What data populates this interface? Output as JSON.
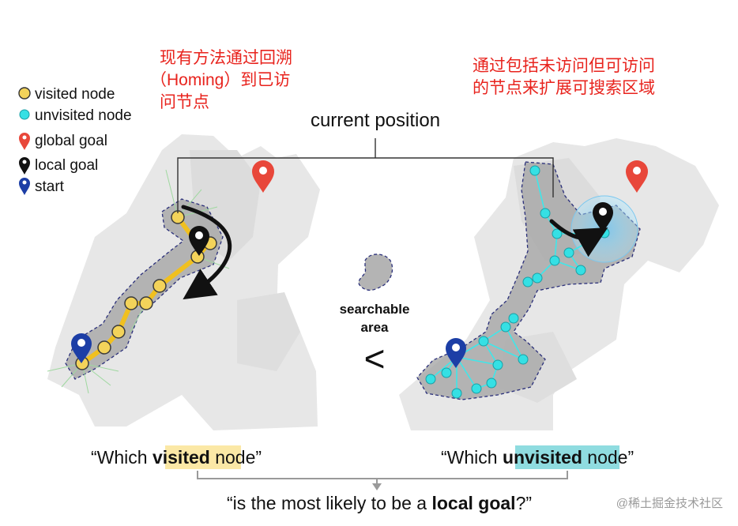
{
  "left_note": {
    "lines": [
      "现有方法通过回溯",
      "（Homing）到已访",
      "问节点"
    ]
  },
  "right_note": {
    "lines": [
      "通过包括未访问但可访问",
      "的节点来扩展可搜索区域"
    ]
  },
  "legend": {
    "items": [
      {
        "label": "visited node",
        "icon": "yellow-circle-icon",
        "color": "#f3d35a"
      },
      {
        "label": "unvisited node",
        "icon": "cyan-circle-icon",
        "color": "#35e0e4"
      },
      {
        "label": "global goal",
        "icon": "red-pin-icon",
        "color": "#e8473a"
      },
      {
        "label": "local goal",
        "icon": "black-pin-icon",
        "color": "#111111"
      },
      {
        "label": "start",
        "icon": "blue-pin-icon",
        "color": "#1c3ea6"
      }
    ]
  },
  "current_position_label": "current position",
  "searchable_area": {
    "line1": "searchable",
    "line2": "area",
    "symbol": "<"
  },
  "caption_left": {
    "prefix": "“Which ",
    "highlight": "visited",
    "suffix": " node”"
  },
  "caption_right": {
    "prefix": "“Which ",
    "highlight": "unvisited",
    "suffix": " node”"
  },
  "bottom_question": {
    "prefix": "“is the most likely to be a ",
    "bold": "local goal",
    "suffix": "?”"
  },
  "watermark": "@稀土掘金技术社区",
  "colors": {
    "visited_node": "#f3d35a",
    "unvisited_node": "#35e0e4",
    "visited_path": "#f0c020",
    "highlight_visited": "#fbe8a6",
    "highlight_unvisited": "#8fdce0",
    "annotation_red": "#e8231d"
  }
}
